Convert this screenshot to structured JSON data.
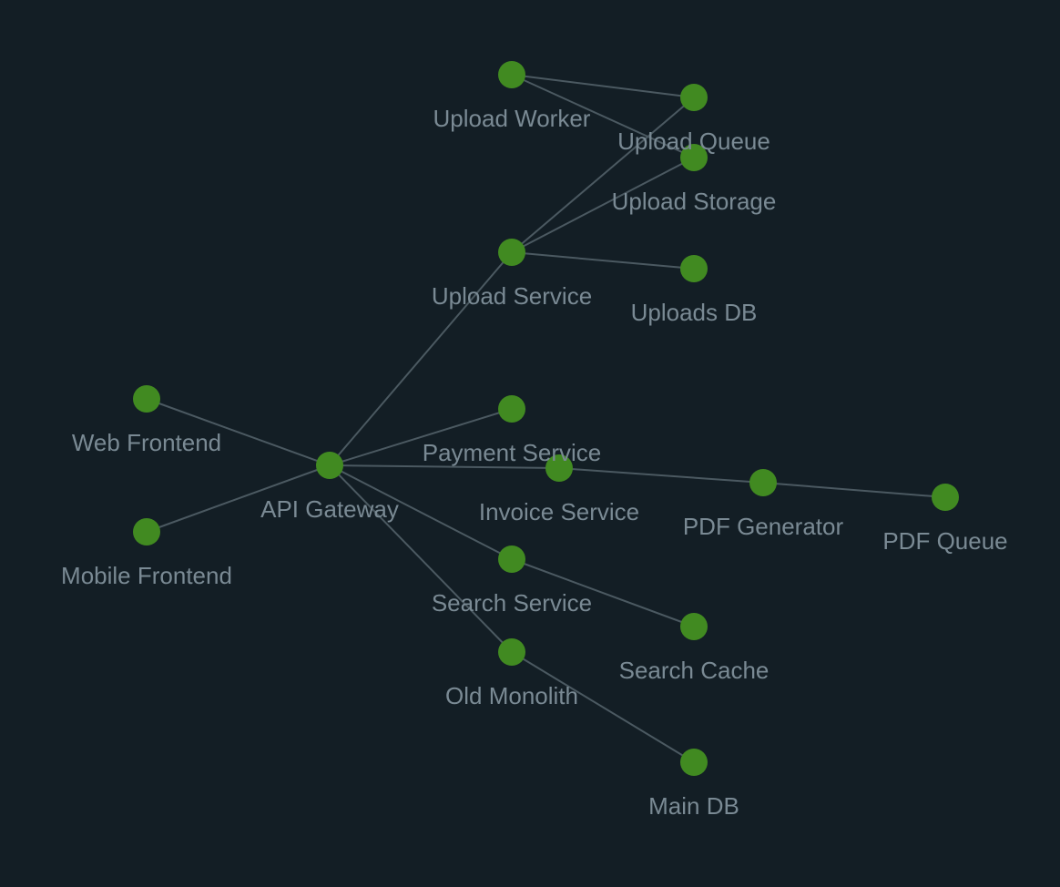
{
  "colors": {
    "background": "#131e25",
    "node": "#418a21",
    "edge": "#4b5961",
    "label": "#7a8a94"
  },
  "graph": {
    "nodes": [
      {
        "id": "upload-worker",
        "label": "Upload Worker"
      },
      {
        "id": "upload-queue",
        "label": "Upload Queue"
      },
      {
        "id": "upload-storage",
        "label": "Upload Storage"
      },
      {
        "id": "upload-service",
        "label": "Upload Service"
      },
      {
        "id": "uploads-db",
        "label": "Uploads DB"
      },
      {
        "id": "web-frontend",
        "label": "Web Frontend"
      },
      {
        "id": "mobile-frontend",
        "label": "Mobile Frontend"
      },
      {
        "id": "api-gateway",
        "label": "API Gateway"
      },
      {
        "id": "payment-service",
        "label": "Payment Service"
      },
      {
        "id": "invoice-service",
        "label": "Invoice Service"
      },
      {
        "id": "pdf-generator",
        "label": "PDF Generator"
      },
      {
        "id": "pdf-queue",
        "label": "PDF Queue"
      },
      {
        "id": "search-service",
        "label": "Search Service"
      },
      {
        "id": "search-cache",
        "label": "Search Cache"
      },
      {
        "id": "old-monolith",
        "label": "Old Monolith"
      },
      {
        "id": "main-db",
        "label": "Main DB"
      }
    ],
    "edges": [
      {
        "from": "web-frontend",
        "to": "api-gateway"
      },
      {
        "from": "mobile-frontend",
        "to": "api-gateway"
      },
      {
        "from": "api-gateway",
        "to": "upload-service"
      },
      {
        "from": "api-gateway",
        "to": "payment-service"
      },
      {
        "from": "api-gateway",
        "to": "invoice-service"
      },
      {
        "from": "api-gateway",
        "to": "search-service"
      },
      {
        "from": "api-gateway",
        "to": "old-monolith"
      },
      {
        "from": "upload-service",
        "to": "upload-queue"
      },
      {
        "from": "upload-service",
        "to": "upload-storage"
      },
      {
        "from": "upload-service",
        "to": "uploads-db"
      },
      {
        "from": "upload-worker",
        "to": "upload-queue"
      },
      {
        "from": "upload-worker",
        "to": "upload-storage"
      },
      {
        "from": "invoice-service",
        "to": "pdf-generator"
      },
      {
        "from": "pdf-generator",
        "to": "pdf-queue"
      },
      {
        "from": "search-service",
        "to": "search-cache"
      },
      {
        "from": "old-monolith",
        "to": "main-db"
      }
    ]
  }
}
